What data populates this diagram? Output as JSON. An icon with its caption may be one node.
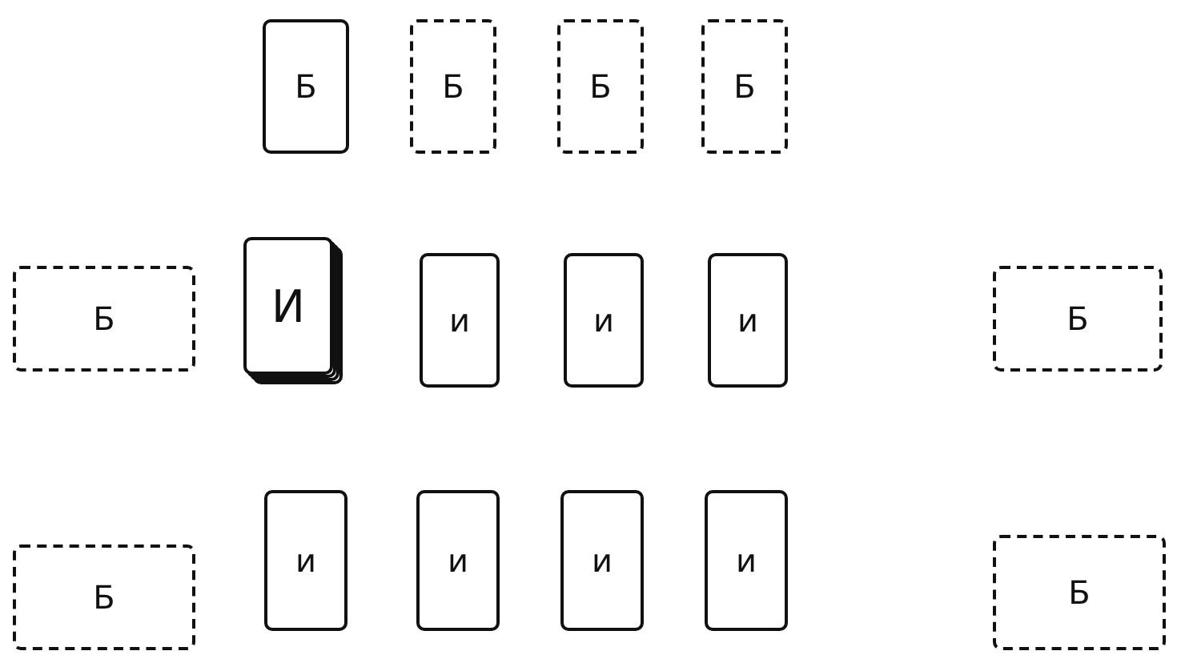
{
  "diagram": {
    "nodes": [
      {
        "text": [
          "Б"
        ]
      },
      {
        "text": [
          "Б"
        ]
      },
      {
        "text": [
          "Б"
        ]
      },
      {
        "text": [
          "Б"
        ]
      },
      {
        "text": [
          "Б"
        ]
      },
      {
        "text": [
          "И"
        ]
      },
      {
        "text": [
          "и"
        ]
      },
      {
        "text": [
          "и"
        ]
      },
      {
        "text": [
          "и"
        ]
      },
      {
        "text": [
          "Б"
        ]
      },
      {
        "text": [
          "Б"
        ]
      },
      {
        "text": [
          "и"
        ]
      },
      {
        "text": [
          "и"
        ]
      },
      {
        "text": [
          "и"
        ]
      },
      {
        "text": [
          "и"
        ]
      },
      {
        "text": [
          "Б"
        ]
      }
    ]
  }
}
